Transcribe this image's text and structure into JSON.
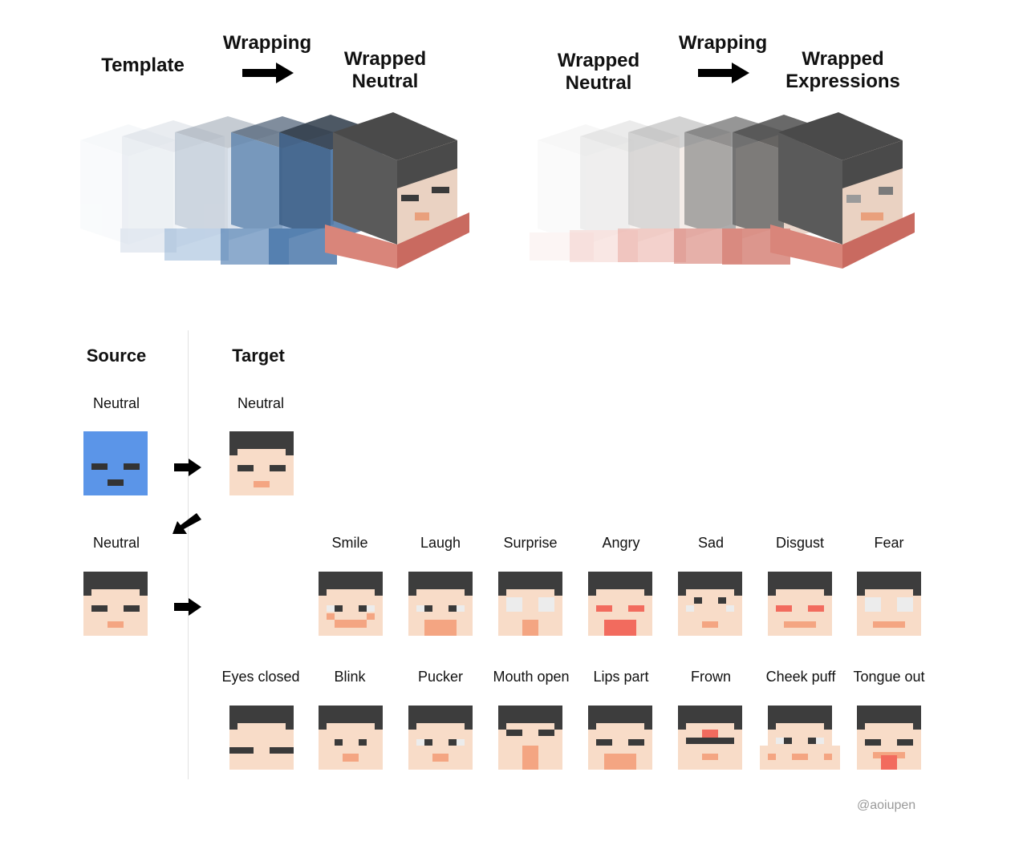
{
  "top_left": {
    "template": "Template",
    "wrapping": "Wrapping",
    "wrapped_neutral_line1": "Wrapped",
    "wrapped_neutral_line2": "Neutral"
  },
  "top_right": {
    "wrapped_neutral_line1": "Wrapped",
    "wrapped_neutral_line2": "Neutral",
    "wrapping": "Wrapping",
    "wrapped_expr_line1": "Wrapped",
    "wrapped_expr_line2": "Expressions"
  },
  "source_header": "Source",
  "target_header": "Target",
  "source_neutral_1": "Neutral",
  "target_neutral": "Neutral",
  "source_neutral_2": "Neutral",
  "row1_expressions": [
    "Smile",
    "Laugh",
    "Surprise",
    "Angry",
    "Sad",
    "Disgust",
    "Fear"
  ],
  "row2_expressions": [
    "Eyes closed",
    "Blink",
    "Pucker",
    "Mouth open",
    "Lips part",
    "Frown",
    "Cheek puff",
    "Tongue out"
  ],
  "watermark": "@aoiupen",
  "colors": {
    "hair": "#3d3d3d",
    "skin": "#f8dcc8",
    "eye": "#3a3a3a",
    "mouth": "#f4a582",
    "template_blue": "#5b95e8",
    "red_mouth": "#f26b5e",
    "white_eye": "#ececec"
  }
}
